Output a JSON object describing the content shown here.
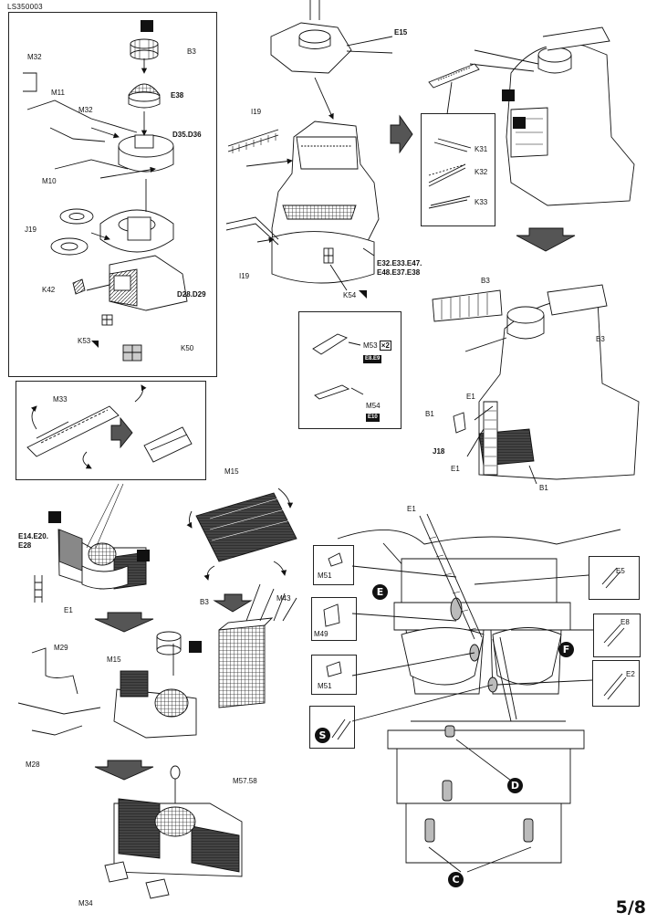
{
  "header": {
    "code": "LS350003"
  },
  "footer": {
    "page": "5/8"
  },
  "callouts": {
    "M32a": "M32",
    "B3a": "B3",
    "M11": "M11",
    "M32b": "M32",
    "E38": "E38",
    "D35": "D35.D36",
    "M10": "M10",
    "J19": "J19",
    "K42": "K42",
    "D28": "D28.D29",
    "K53": "K53",
    "K50": "K50",
    "E15": "E15",
    "I19a": "I19",
    "I19b": "I19",
    "E32": "E32.E33.E47.",
    "E48": "E48.E37.E38",
    "K54": "K54",
    "K31": "K31",
    "K32": "K32",
    "K33": "K33",
    "M53": "M53",
    "x2": "×2",
    "E8E9": "E8.E9",
    "M54": "M54",
    "E10": "E10",
    "B3c": "B3",
    "B3d": "B3",
    "E1a": "E1",
    "B1a": "B1",
    "J18": "J18",
    "E1b": "E1",
    "B1b": "B1",
    "M33": "M33",
    "M15a": "M15",
    "E14": "E14.E20.",
    "E28": "E28",
    "E1c": "E1",
    "B3e": "B3",
    "M43": "M43",
    "M29": "M29",
    "M15b": "M15",
    "M28": "M28",
    "M57": "M57.58",
    "M34": "M34",
    "E1d": "E1",
    "M51a": "M51",
    "E5": "E5",
    "M49": "M49",
    "E8": "E8",
    "M51b": "M51",
    "E2": "E2"
  },
  "markers": {
    "E": "E",
    "F": "F",
    "S": "S",
    "D": "D",
    "C": "C"
  }
}
